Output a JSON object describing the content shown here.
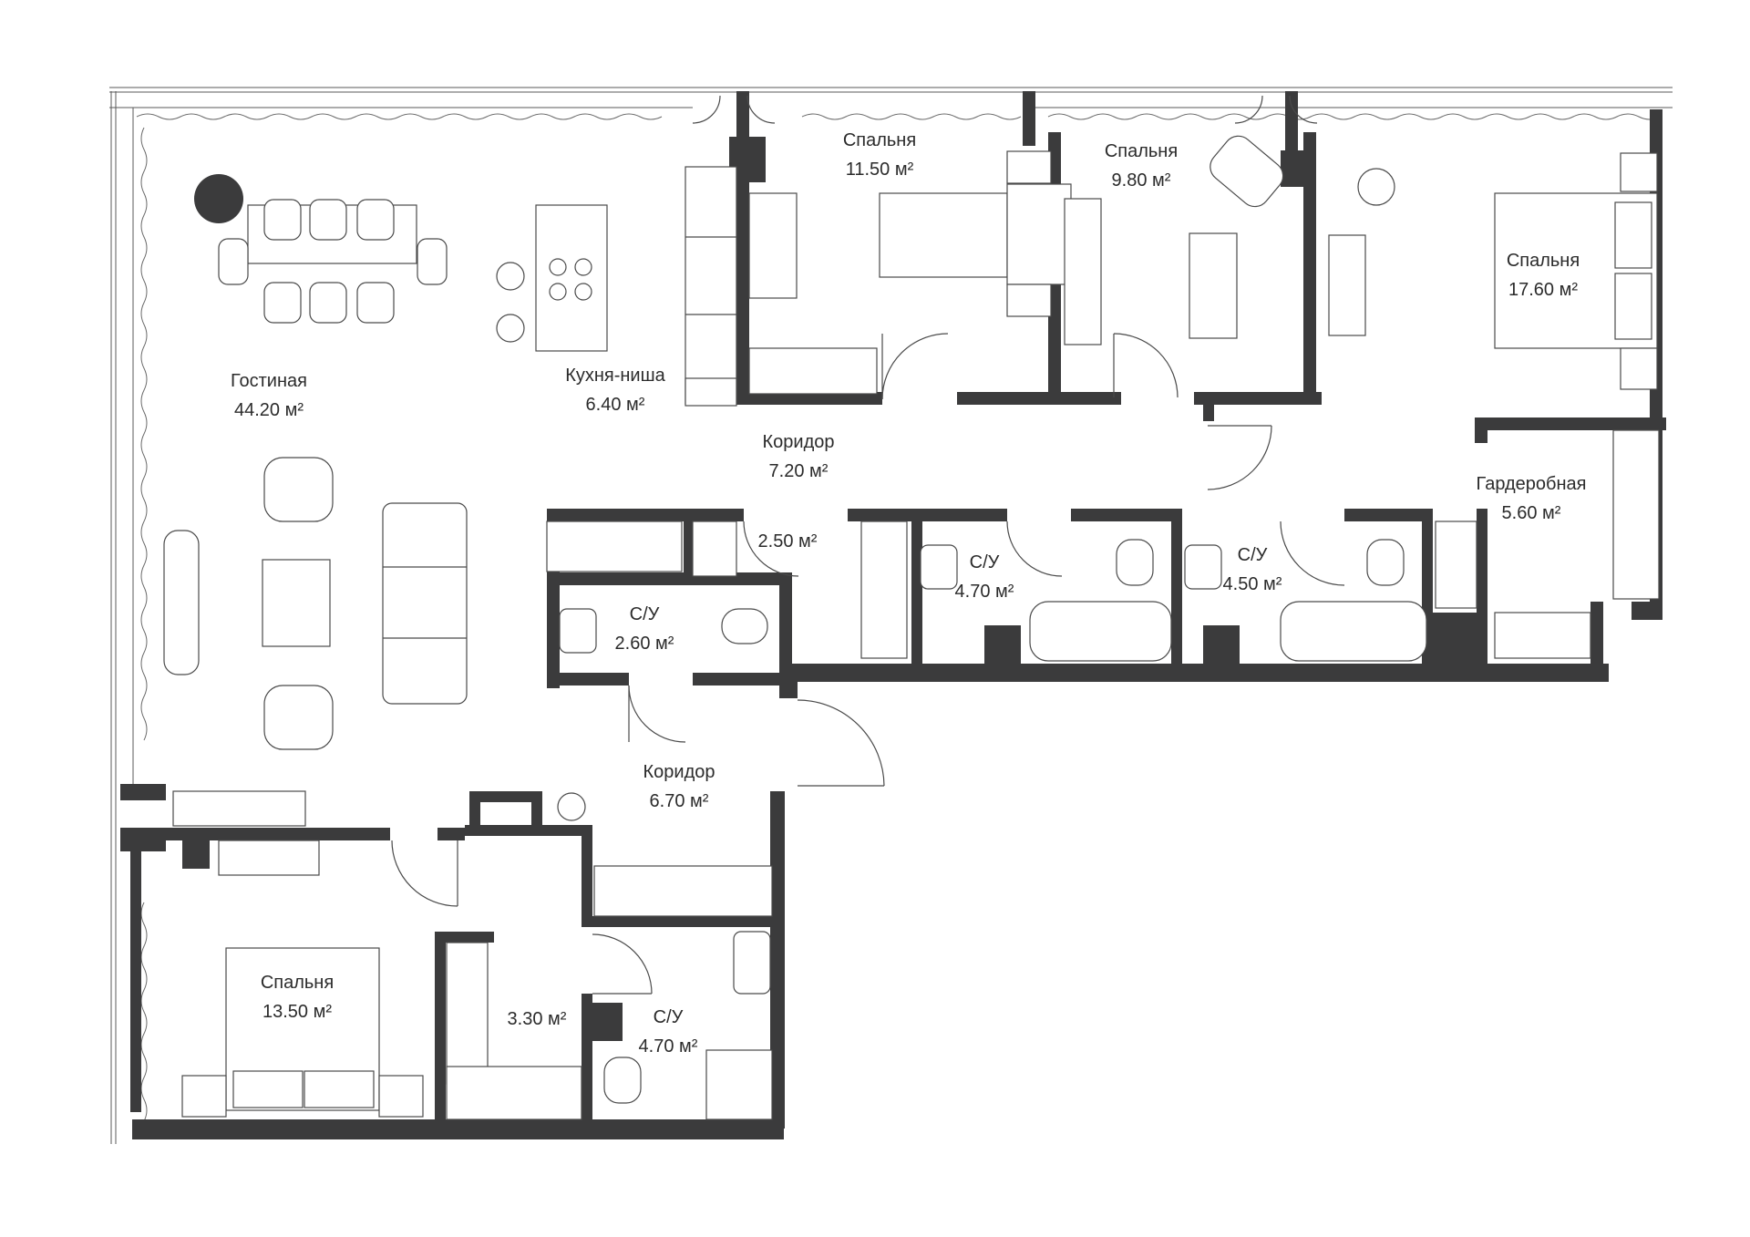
{
  "rooms": [
    {
      "key": "living",
      "name": "Гостиная",
      "area": "44.20 м²"
    },
    {
      "key": "kitchen",
      "name": "Кухня-ниша",
      "area": "6.40 м²"
    },
    {
      "key": "bedroom1",
      "name": "Спальня",
      "area": "11.50 м²"
    },
    {
      "key": "bedroom2",
      "name": "Спальня",
      "area": "9.80 м²"
    },
    {
      "key": "bedroom3",
      "name": "Спальня",
      "area": "17.60 м²"
    },
    {
      "key": "corridor1",
      "name": "Коридор",
      "area": "7.20 м²"
    },
    {
      "key": "wardrobe1",
      "name": "Гардеробная",
      "area": "5.60 м²"
    },
    {
      "key": "storage1",
      "name": "",
      "area": "2.50 м²"
    },
    {
      "key": "bath1",
      "name": "С/У",
      "area": "2.60 м²"
    },
    {
      "key": "bath2",
      "name": "С/У",
      "area": "4.70 м²"
    },
    {
      "key": "bath3",
      "name": "С/У",
      "area": "4.50 м²"
    },
    {
      "key": "corridor2",
      "name": "Коридор",
      "area": "6.70 м²"
    },
    {
      "key": "bedroom4",
      "name": "Спальня",
      "area": "13.50 м²"
    },
    {
      "key": "storage2",
      "name": "",
      "area": "3.30 м²"
    },
    {
      "key": "bath4",
      "name": "С/У",
      "area": "4.70 м²"
    }
  ],
  "colors": {
    "wall": "#3b3b3c",
    "line": "#4a4a4a",
    "background": "#ffffff"
  }
}
